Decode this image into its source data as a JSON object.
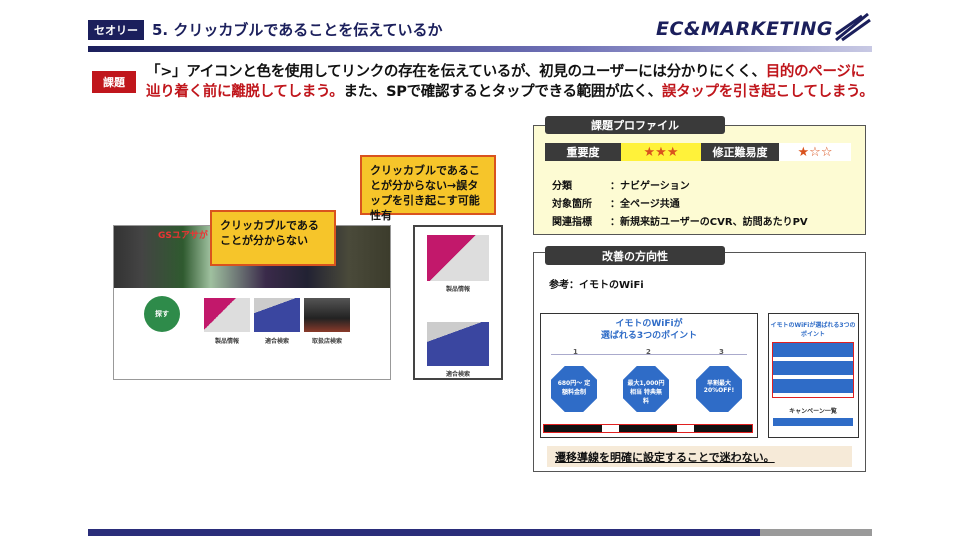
{
  "header": {
    "badge": "セオリー",
    "title": "5. クリッカブルであることを伝えているか",
    "logo": "EC&MARKETING"
  },
  "issue": {
    "badge": "課題",
    "text1": "「>」アイコンと色を使用してリンクの存在を伝えているが、初見のユーザーには分かりにくく、",
    "text1_red": "目的のページに",
    "text2_red": "辿り着く前に離脱してしまう。",
    "text2": "また、SPで確認するとタップできる範囲が広く、",
    "text2_red2": "誤タップを引き起こしてしまう。"
  },
  "screenshot": {
    "hero_text": "GSユアサが",
    "items": [
      "製品情報",
      "適合検索",
      "取扱店検索"
    ],
    "search_label": "探す"
  },
  "phone": {
    "items": [
      "製品情報",
      "適合検索"
    ]
  },
  "callouts": {
    "pc": "クリッカブルであることが分からない",
    "sp": "クリッカブルであることが分からない→誤タップを引き起こす可能性有"
  },
  "profile": {
    "title": "課題プロファイル",
    "importance_label": "重要度",
    "importance_stars": "★★★",
    "importance_level": 3,
    "difficulty_label": "修正難易度",
    "difficulty_stars": "★☆☆",
    "difficulty_level": 1,
    "rows": [
      {
        "k": "分類",
        "v": "：ナビゲーション"
      },
      {
        "k": "対象箇所",
        "v": "：全ページ共通"
      },
      {
        "k": "関連指標",
        "v": "：新規来訪ユーザーのCVR、訪問あたりPV"
      }
    ]
  },
  "improve": {
    "title": "改善の方向性",
    "ref": "参考：イモトのWiFi",
    "wide_title": "イモトのWiFiが\n選ばれる3つのポイント",
    "points": [
      "1",
      "2",
      "3"
    ],
    "point_texts": [
      "680円〜 定額料金制",
      "最大1,000円相当 特典無料",
      "早割最大20%OFF!"
    ],
    "sp_title": "イモトのWiFiが選ばれる3つのポイント",
    "sp_campaign": "キャンペーン一覧",
    "note": "遷移導線を明確に設定することで迷わない。"
  },
  "colors": {
    "navy": "#1b1f5c",
    "red": "#c0161c",
    "yellow": "#f6c52a"
  }
}
